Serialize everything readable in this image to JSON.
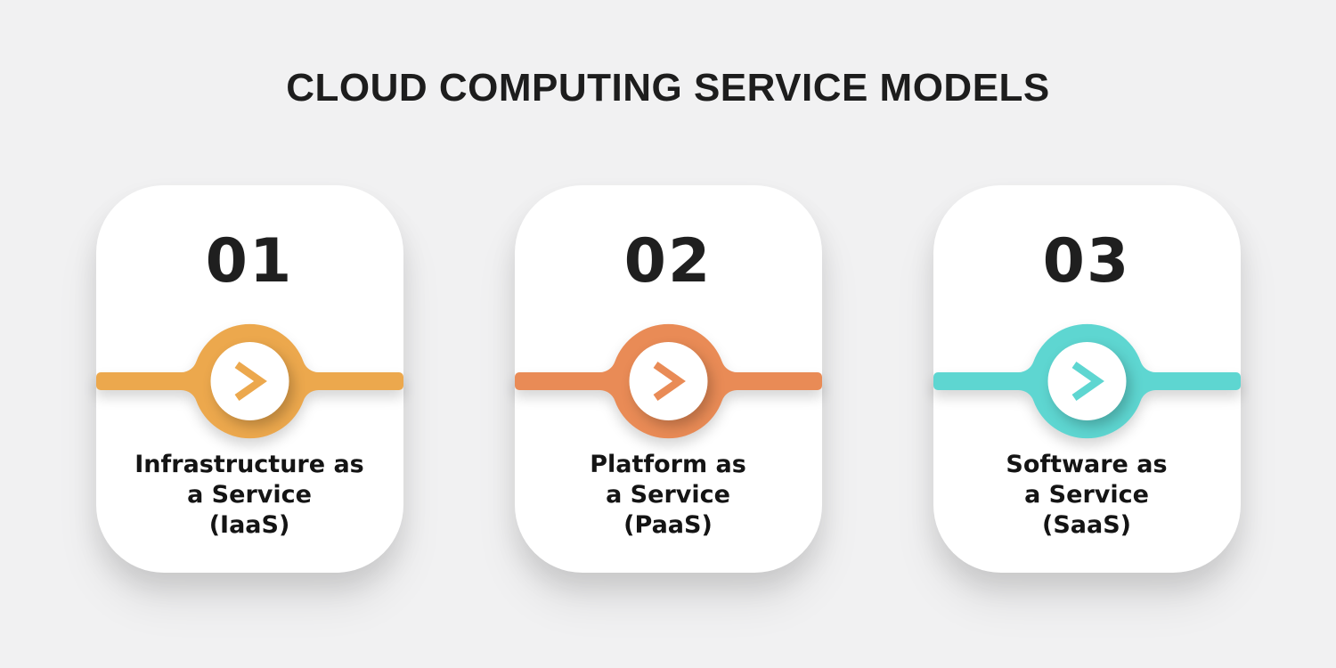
{
  "title": "CLOUD COMPUTING SERVICE MODELS",
  "colors": {
    "background": "#F1F1F2",
    "card_background": "#FFFFFF",
    "title_text": "#1D1D1D",
    "body_text": "#141414",
    "accent_yellow": "#ECA84D",
    "accent_orange": "#E98B56",
    "accent_teal": "#5ED6D1"
  },
  "icons": {
    "card_marker": "chevron-right-icon"
  },
  "cards": [
    {
      "number": "01",
      "accent": "#ECA84D",
      "label_lines": [
        "Infrastructure as",
        "a Service",
        "(IaaS)"
      ]
    },
    {
      "number": "02",
      "accent": "#E98B56",
      "label_lines": [
        "Platform as",
        "a Service",
        "(PaaS)"
      ]
    },
    {
      "number": "03",
      "accent": "#5ED6D1",
      "label_lines": [
        "Software as",
        "a Service",
        "(SaaS)"
      ]
    }
  ]
}
